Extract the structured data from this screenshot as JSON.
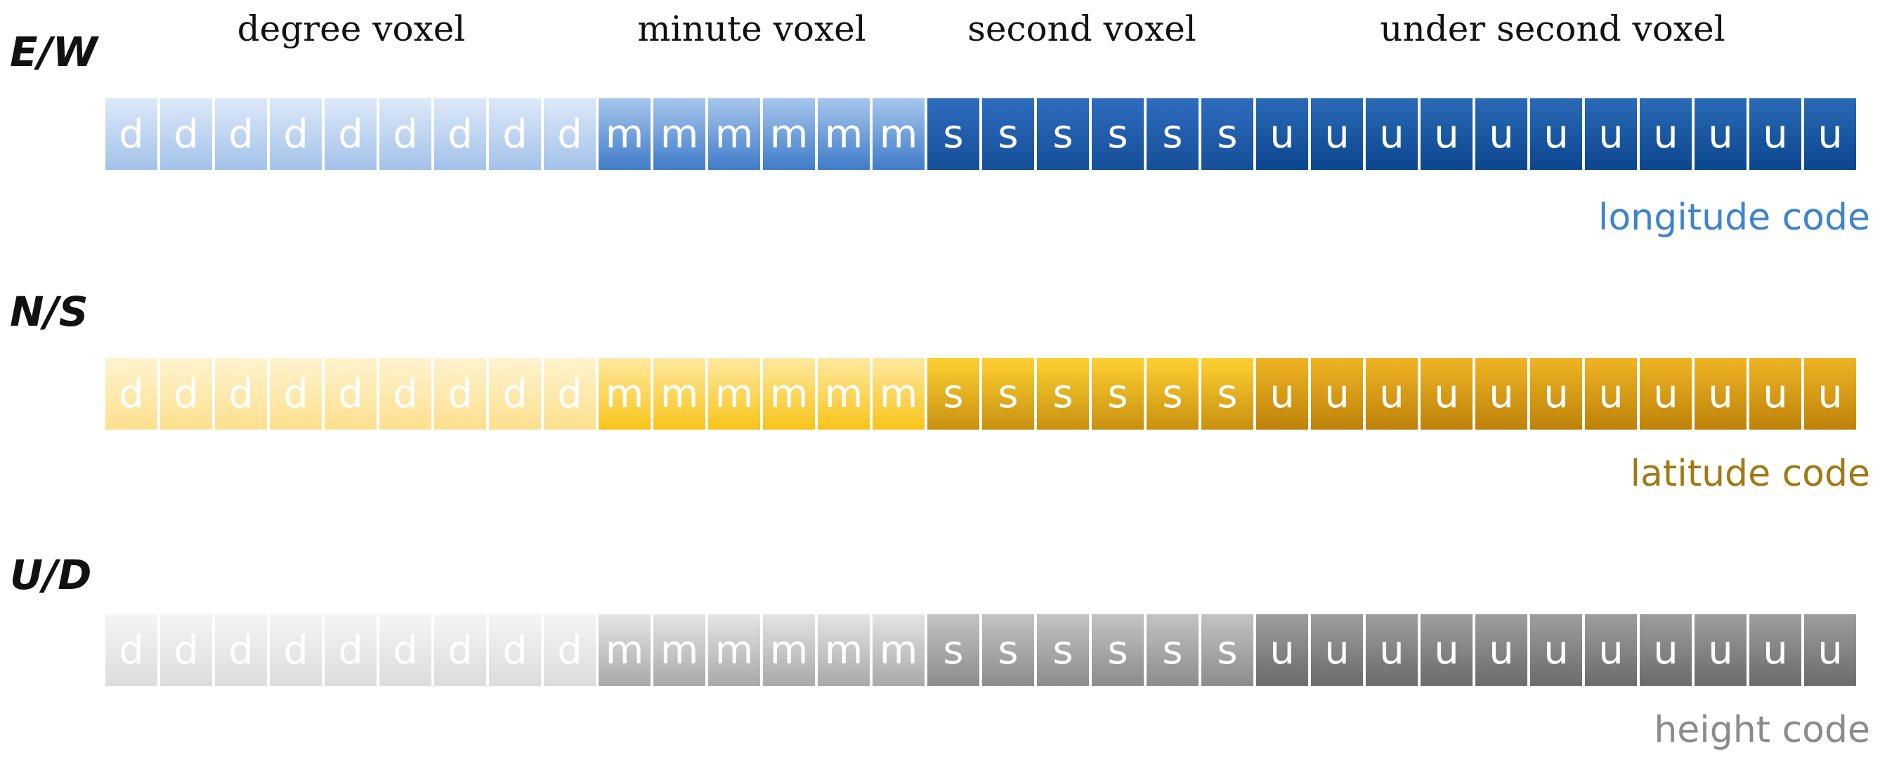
{
  "sections": [
    {
      "label": "degree voxel",
      "letter": "d",
      "count": 9
    },
    {
      "label": "minute voxel",
      "letter": "m",
      "count": 6
    },
    {
      "label": "second voxel",
      "letter": "s",
      "count": 6
    },
    {
      "label": "under second voxel",
      "letter": "u",
      "count": 11
    }
  ],
  "rows": [
    {
      "axis": "E/W",
      "code_label": "longitude code",
      "label_color": "#3e83cf",
      "segments": [
        {
          "light": "#dde9f8",
          "dark": "#a3c2ea"
        },
        {
          "light": "#a7c6ec",
          "dark": "#3f7cc8"
        },
        {
          "light": "#2f6cbf",
          "dark": "#154f98"
        },
        {
          "light": "#2a6ab5",
          "dark": "#0c468f"
        }
      ]
    },
    {
      "axis": "N/S",
      "code_label": "latitude code",
      "label_color": "#a07a12",
      "segments": [
        {
          "light": "#fff3cf",
          "dark": "#fde08e"
        },
        {
          "light": "#ffe9a0",
          "dark": "#f8c419"
        },
        {
          "light": "#ffd032",
          "dark": "#c8900f"
        },
        {
          "light": "#f0b425",
          "dark": "#bd8208"
        }
      ]
    },
    {
      "axis": "U/D",
      "code_label": "height code",
      "label_color": "#8b8b8b",
      "segments": [
        {
          "light": "#f5f5f5",
          "dark": "#dcdcdc"
        },
        {
          "light": "#e4e4e4",
          "dark": "#a9a9a9"
        },
        {
          "light": "#c3c3c3",
          "dark": "#8c8c8c"
        },
        {
          "light": "#9e9e9e",
          "dark": "#6b6b6b"
        }
      ]
    }
  ]
}
